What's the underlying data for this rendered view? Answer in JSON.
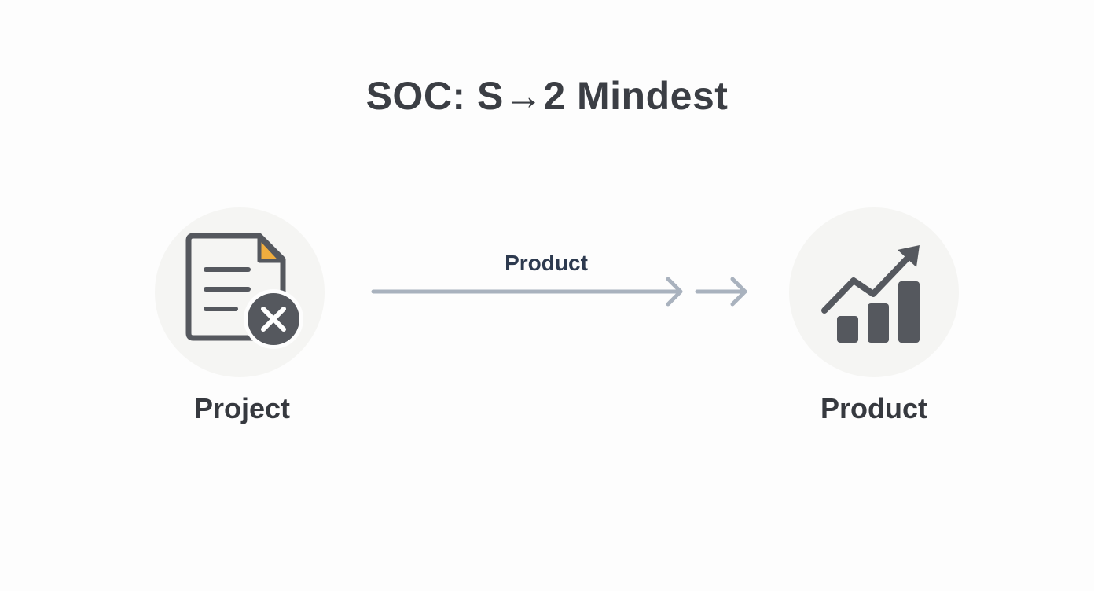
{
  "diagram": {
    "title": "SOC: S→2 Mindest",
    "edge_label": "Product",
    "nodes": [
      {
        "label": "Project",
        "icon": "document-x-icon"
      },
      {
        "label": "Product",
        "icon": "growth-chart-icon"
      }
    ],
    "colors": {
      "icon": "#55585e",
      "accent": "#f0ad3e",
      "arrow": "#a9b2be",
      "circle": "#f5f5f3"
    }
  }
}
